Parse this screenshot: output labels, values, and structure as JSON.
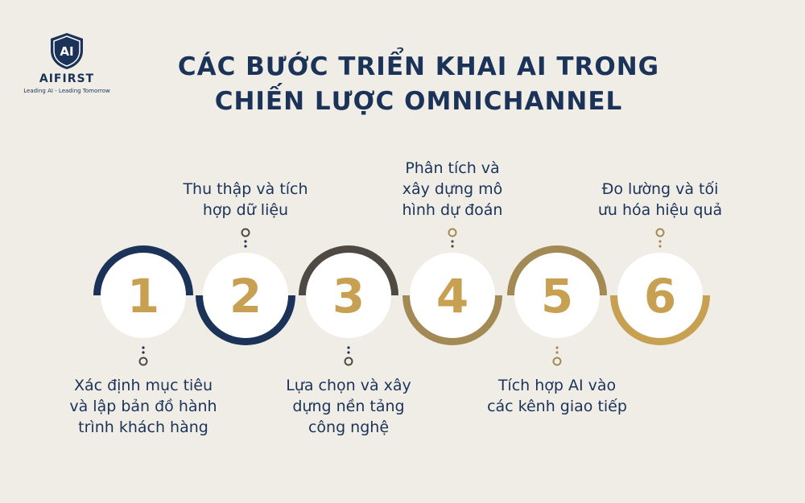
{
  "brand": {
    "logo_initials": "AI",
    "name": "AIFIRST",
    "tagline": "Leading AI - Leading Tomorrow"
  },
  "title": {
    "line1": "CÁC BƯỚC TRIỂN KHAI AI TRONG",
    "line2": "CHIẾN LƯỢC OMNICHANNEL"
  },
  "colors": {
    "background": "#f0ede7",
    "navy": "#1b3358",
    "gold": "#c7a052",
    "dark_gray": "#4e4a43",
    "olive_gold": "#a38a55"
  },
  "steps": [
    {
      "number": "1",
      "label_lines": [
        "Xác định mục tiêu",
        "và lập bản đồ hành",
        "trình khách hàng"
      ]
    },
    {
      "number": "2",
      "label_lines": [
        "Thu thập và tích",
        "hợp dữ liệu"
      ]
    },
    {
      "number": "3",
      "label_lines": [
        "Lựa chọn và xây",
        "dựng nền tảng",
        "công nghệ"
      ]
    },
    {
      "number": "4",
      "label_lines": [
        "Phân tích và",
        "xây dựng mô",
        "hình dự đoán"
      ]
    },
    {
      "number": "5",
      "label_lines": [
        "Tích hợp AI vào",
        "các kênh giao tiếp"
      ]
    },
    {
      "number": "6",
      "label_lines": [
        "Đo lường và tối",
        "ưu hóa hiệu quả"
      ]
    }
  ]
}
